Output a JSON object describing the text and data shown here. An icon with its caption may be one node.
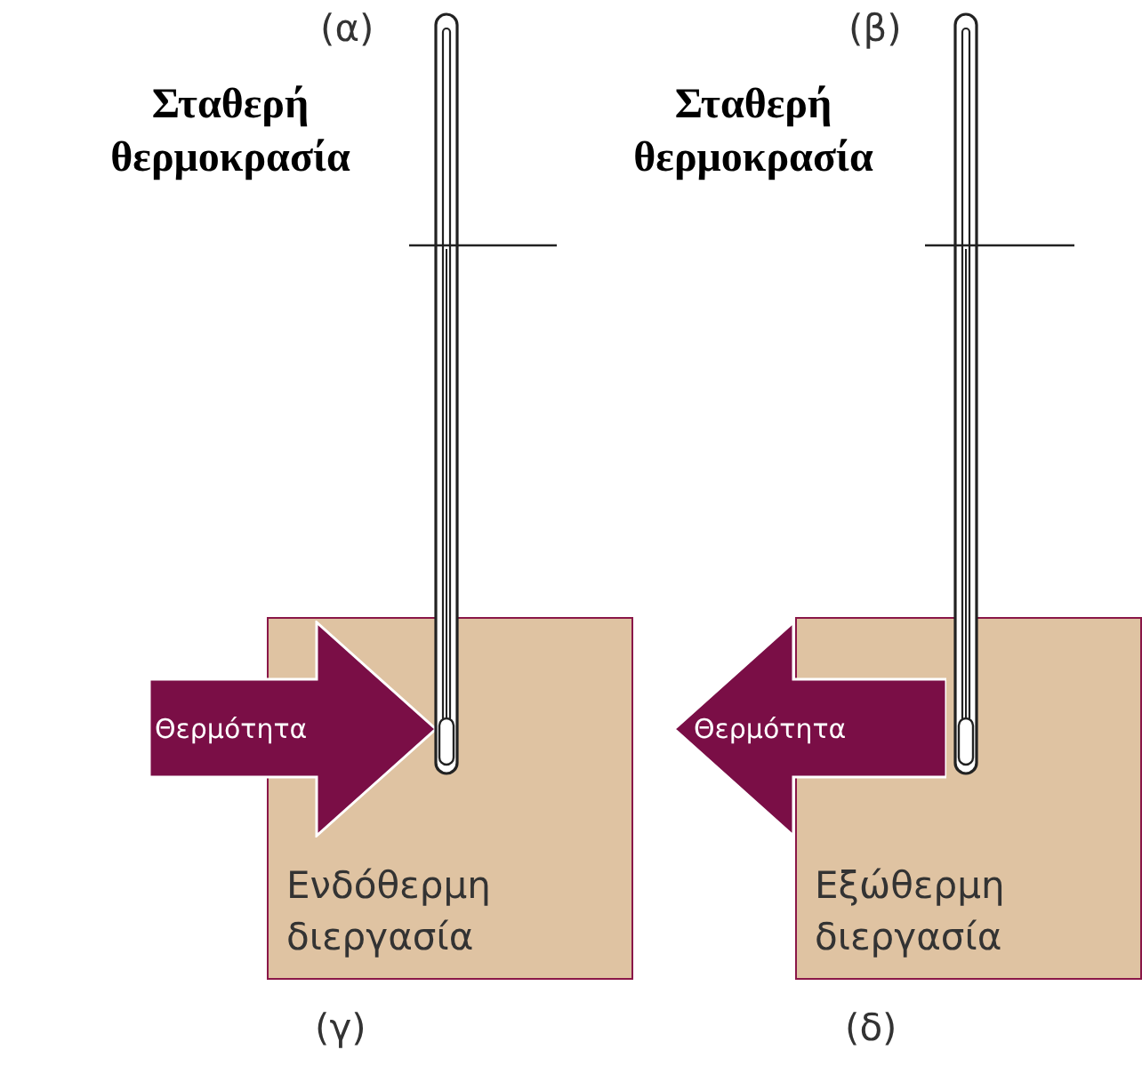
{
  "diagram": {
    "nodes": [
      {
        "text": [
          "Ενδόθερμη διεργασία"
        ]
      },
      {
        "text": [
          "Θερμότητα"
        ]
      },
      {
        "text": [
          "Εξώθερμη διεργασία"
        ]
      },
      {
        "text": [
          "Θερμότητα"
        ]
      }
    ],
    "labels": [
      "(α)",
      "Σταθερή θερμοκρασία",
      "(β)",
      "Σταθερή θερμοκρασία",
      "(γ)",
      "(δ)"
    ]
  }
}
